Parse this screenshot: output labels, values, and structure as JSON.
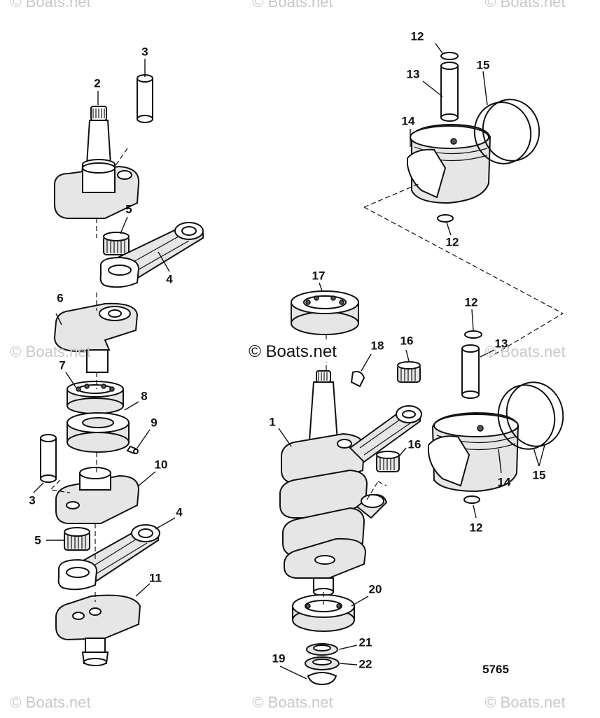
{
  "diagram_number": "5765",
  "watermark_text": "© Boats.net",
  "callouts": [
    {
      "label": "3"
    },
    {
      "label": "2"
    },
    {
      "label": "5"
    },
    {
      "label": "4"
    },
    {
      "label": "6"
    },
    {
      "label": "7"
    },
    {
      "label": "8"
    },
    {
      "label": "9"
    },
    {
      "label": "3"
    },
    {
      "label": "10"
    },
    {
      "label": "5"
    },
    {
      "label": "4"
    },
    {
      "label": "11"
    },
    {
      "label": "12"
    },
    {
      "label": "13"
    },
    {
      "label": "15"
    },
    {
      "label": "14"
    },
    {
      "label": "12"
    },
    {
      "label": "17"
    },
    {
      "label": "12"
    },
    {
      "label": "13"
    },
    {
      "label": "16"
    },
    {
      "label": "18"
    },
    {
      "label": "1"
    },
    {
      "label": "16"
    },
    {
      "label": "14"
    },
    {
      "label": "15"
    },
    {
      "label": "12"
    },
    {
      "label": "20"
    },
    {
      "label": "21"
    },
    {
      "label": "22"
    },
    {
      "label": "19"
    }
  ]
}
